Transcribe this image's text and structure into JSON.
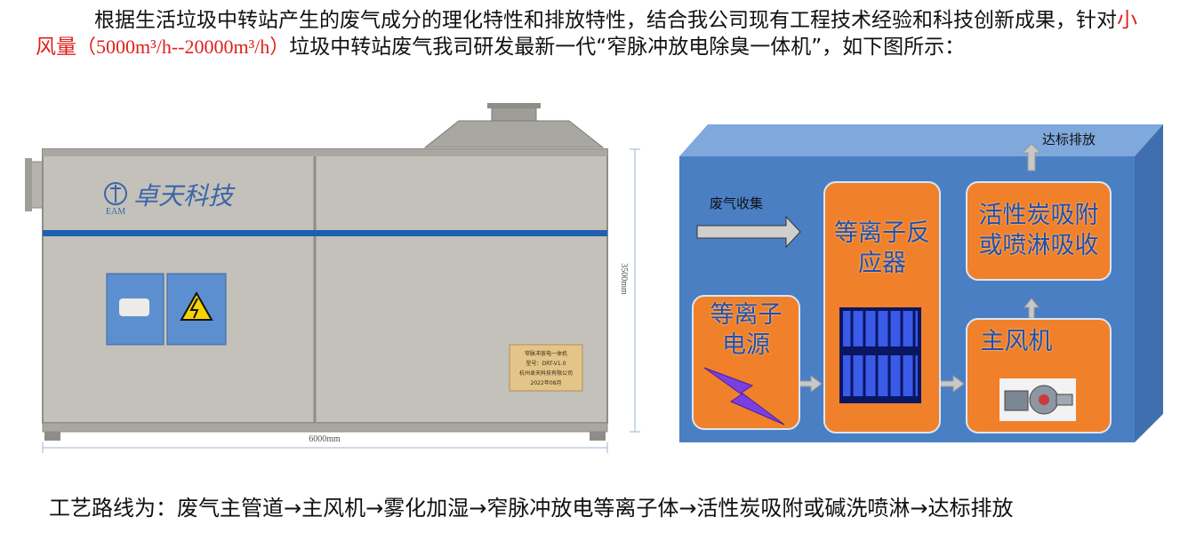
{
  "intro": {
    "part1": "根据生活垃圾中转站产生的废气成分的理化特性和排放特性，结合我公司现有工程技术经验和科技创新成果，针对",
    "highlight_cn": "小风量",
    "highlight_range": "（5000m³/h--20000m³/h）",
    "part2": "垃圾中转站废气我司研发最新一代“窄脉冲放电除臭一体机”，如下图所示："
  },
  "machine": {
    "brand_logo_letters": "EAM",
    "brand_name": "卓天科技",
    "plate_lines": [
      "窄脉冲放电一体机",
      "型号：DRT-V1.0",
      "杭州卓天科技有限公司",
      "2022年08月"
    ],
    "width_dimension": "6000mm",
    "height_dimension": "3500mm"
  },
  "diagram": {
    "output_label": "达标排放",
    "input_label": "废气收集",
    "power_box": "等离子电源",
    "reactor_box": "等离子反应器",
    "adsorb_box": "活性炭吸附或喷淋吸收",
    "fan_box": "主风机"
  },
  "route": "工艺路线为：废气主管道→主风机→雾化加湿→窄脉冲放电等离子体→活性炭吸附或碱洗喷淋→达标排放",
  "colors": {
    "highlight": "#e0201b",
    "diagram_blue": "#4a7fc4",
    "box_orange": "#f0802a",
    "box_text": "#1e4fb0",
    "machine_gray": "#c4c1bb",
    "stripe_blue": "#1f5fb0"
  }
}
